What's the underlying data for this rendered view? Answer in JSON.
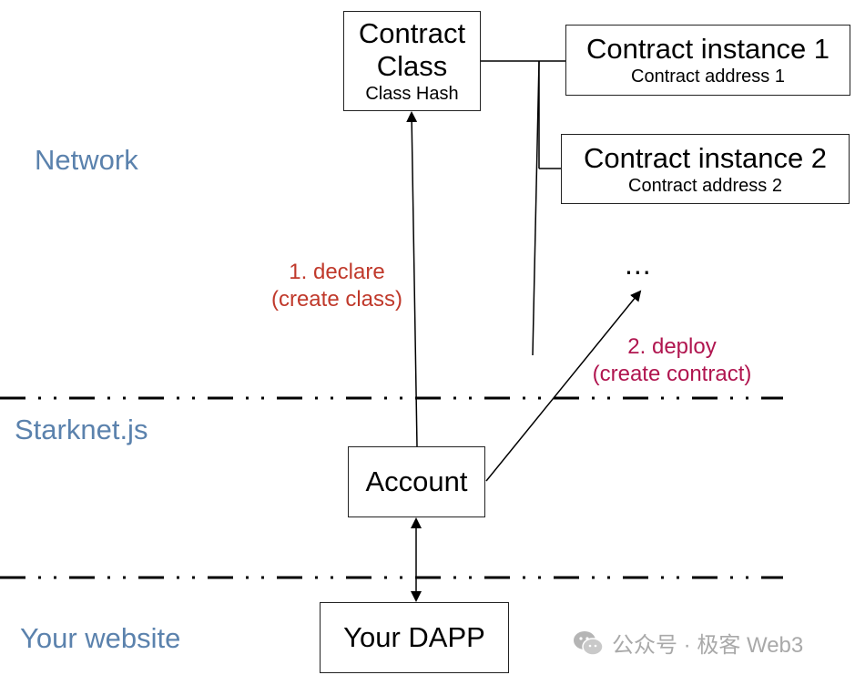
{
  "layers": {
    "network": "Network",
    "starknetjs": "Starknet.js",
    "website": "Your website"
  },
  "boxes": {
    "contract_class": {
      "line1": "Contract",
      "line2": "Class",
      "sub": "Class Hash"
    },
    "instance1": {
      "title": "Contract instance 1",
      "sub": "Contract address 1"
    },
    "instance2": {
      "title": "Contract instance 2",
      "sub": "Contract address 2"
    },
    "account": {
      "label": "Account"
    },
    "dapp": {
      "label": "Your DAPP"
    }
  },
  "steps": {
    "declare": {
      "line1": "1. declare",
      "line2": "(create class)",
      "color": "#c0392b"
    },
    "deploy": {
      "line1": "2. deploy",
      "line2": "(create contract)",
      "color": "#b0154f"
    }
  },
  "ellipsis": "...",
  "watermark": {
    "text": "公众号 · 极客 Web3",
    "icon": "wechat-icon"
  }
}
